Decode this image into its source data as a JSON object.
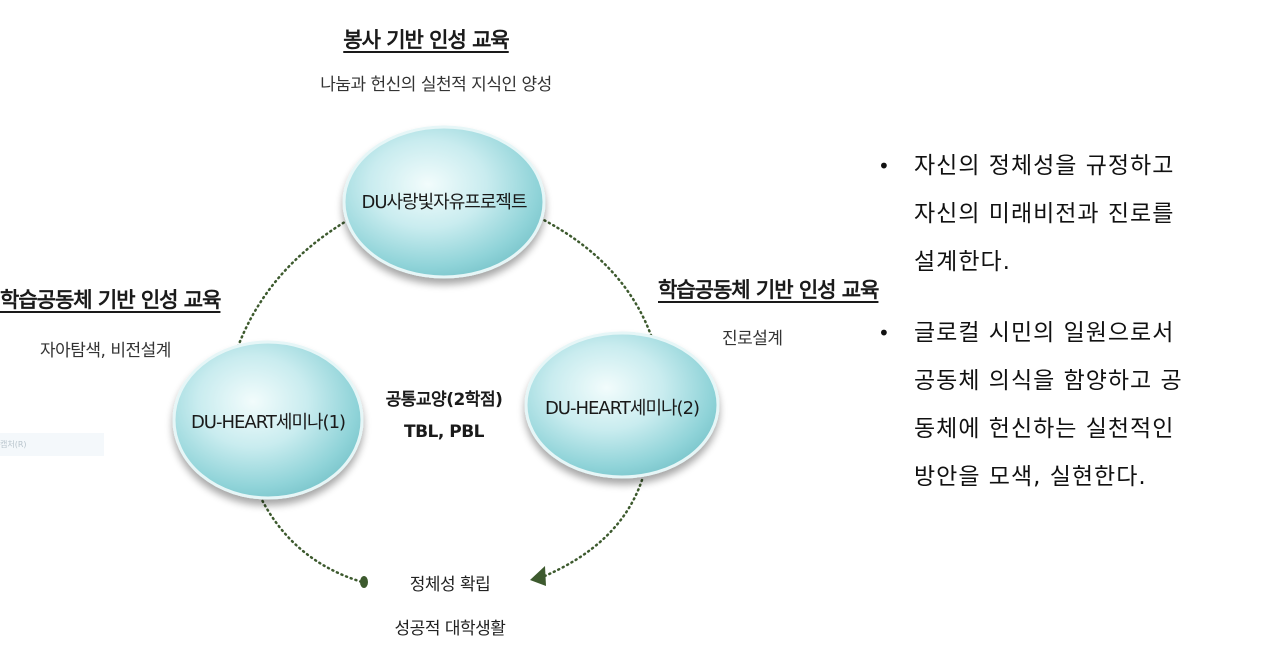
{
  "top": {
    "title": "봉사 기반 인성 교육",
    "subtitle": "나눔과 헌신의 실천적 지식인 양성"
  },
  "left": {
    "title": "학습공동체 기반 인성 교육",
    "subtitle": "자아탐색, 비전설계"
  },
  "right": {
    "title": "학습공동체 기반 인성 교육",
    "subtitle": "진로설계"
  },
  "nodes": {
    "top": "DU사랑빛자유프로젝트",
    "left": "DU-HEART세미나(1)",
    "right": "DU-HEART세미나(2)"
  },
  "core": {
    "line1": "공통교양(2학점)",
    "line2": "TBL, PBL"
  },
  "outcome": {
    "line1": "정체성 확립",
    "line2": "성공적 대학생활"
  },
  "bullets": [
    {
      "marker": "•",
      "lines": [
        "자신의 정체성을 규정하고",
        "자신의 미래비전과 진로를",
        "설계한다."
      ]
    },
    {
      "marker": "•",
      "lines": [
        "글로컬 시민의 일원으로서",
        "공동체 의식을 함양하고 공",
        "동체에 헌신하는 실천적인",
        "방안을 모색, 실현한다."
      ]
    }
  ],
  "faint_text": "캡처(R)",
  "colors": {
    "ellipse_fill_light": "#e8f8f9",
    "ellipse_fill_dark": "#8fd3d8",
    "dotted_line": "#3d5a2e",
    "arrow_head": "#3d5a2e"
  }
}
